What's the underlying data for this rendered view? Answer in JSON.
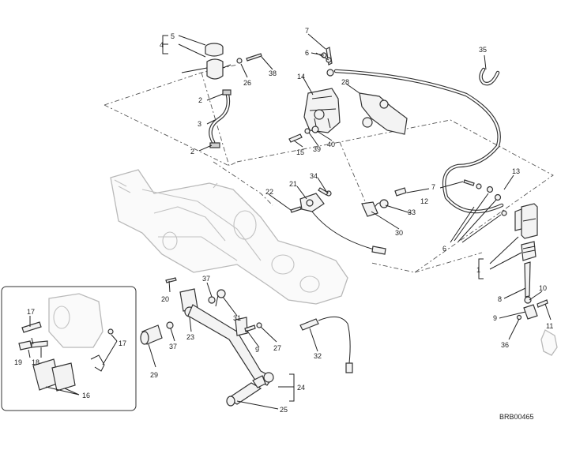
{
  "diagram_code": "BRB00465",
  "callouts": {
    "c1": "1",
    "c2a": "2",
    "c2b": "2",
    "c3": "3",
    "c4": "4",
    "c5": "5",
    "c6a": "6",
    "c6b": "6",
    "c7a": "7",
    "c7b": "7",
    "c8": "8",
    "c9a": "9",
    "c9b": "9",
    "c10": "10",
    "c11": "11",
    "c12": "12",
    "c13": "13",
    "c14": "14",
    "c15": "15",
    "c16": "16",
    "c17a": "17",
    "c17b": "17",
    "c18": "18",
    "c19": "19",
    "c20": "20",
    "c21": "21",
    "c22": "22",
    "c23": "23",
    "c24": "24",
    "c25": "25",
    "c26": "26",
    "c27": "27",
    "c28": "28",
    "c29": "29",
    "c30": "30",
    "c31": "31",
    "c32": "32",
    "c33": "33",
    "c34": "34",
    "c35": "35",
    "c36": "36",
    "c37a": "37",
    "c37b": "37",
    "c38": "38",
    "c39": "39",
    "c40": "40"
  }
}
